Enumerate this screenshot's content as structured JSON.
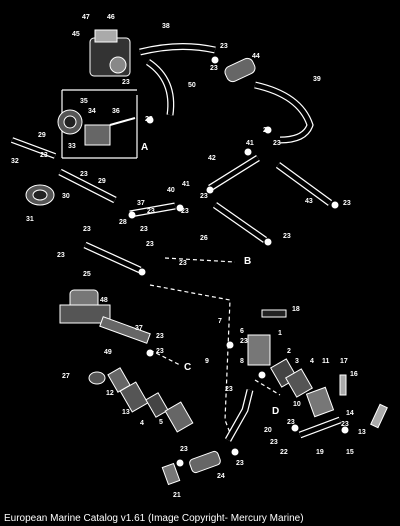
{
  "caption": "European Marine Catalog v1.61 (Image Copyright- Mercury Marine)",
  "colors": {
    "background": "#000000",
    "lines": "#ffffff"
  },
  "section_letters": [
    "A",
    "B",
    "C",
    "D"
  ],
  "part_numbers": [
    "1",
    "2",
    "3",
    "4",
    "5",
    "6",
    "7",
    "8",
    "9",
    "10",
    "11",
    "12",
    "13",
    "14",
    "15",
    "16",
    "17",
    "18",
    "19",
    "20",
    "21",
    "22",
    "23",
    "24",
    "25",
    "26",
    "27",
    "28",
    "29",
    "30",
    "31",
    "32",
    "33",
    "34",
    "35",
    "36",
    "37",
    "38",
    "39",
    "40",
    "41",
    "42",
    "43",
    "44",
    "45",
    "46",
    "47",
    "48",
    "49",
    "50"
  ]
}
